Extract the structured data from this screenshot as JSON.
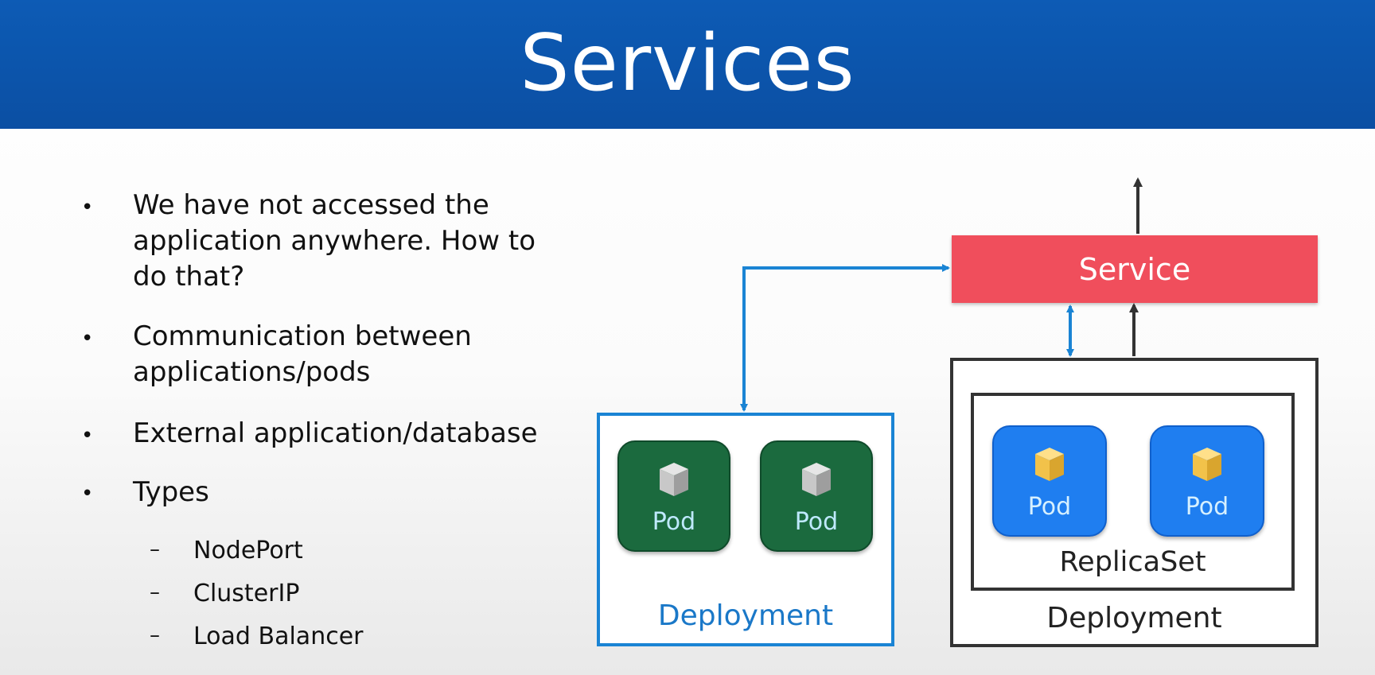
{
  "header": {
    "title": "Services"
  },
  "bullets": [
    {
      "lines": [
        "We have not accessed the",
        "application anywhere. How to",
        "do that?"
      ]
    },
    {
      "lines": [
        "Communication between",
        "applications/pods"
      ]
    },
    {
      "lines": [
        "External application/database"
      ]
    },
    {
      "lines": [
        "Types"
      ]
    }
  ],
  "bullet_symbol": "•",
  "sub_symbol": "–",
  "types": [
    "NodePort",
    "ClusterIP",
    "Load Balancer"
  ],
  "diagram": {
    "service_label": "Service",
    "left_deployment": {
      "label": "Deployment",
      "pods": [
        "Pod",
        "Pod"
      ]
    },
    "right_deployment": {
      "label": "Deployment",
      "replicaset_label": "ReplicaSet",
      "pods": [
        "Pod",
        "Pod"
      ]
    },
    "colors": {
      "service": "#f04e5c",
      "connector_blue": "#1a84d4",
      "arrow_dark": "#333333",
      "pod_green": "#1b6a3e",
      "pod_blue": "#1f7ef0",
      "cube_gray": "#c8c8c8",
      "cube_yellow": "#f2c24a"
    }
  }
}
